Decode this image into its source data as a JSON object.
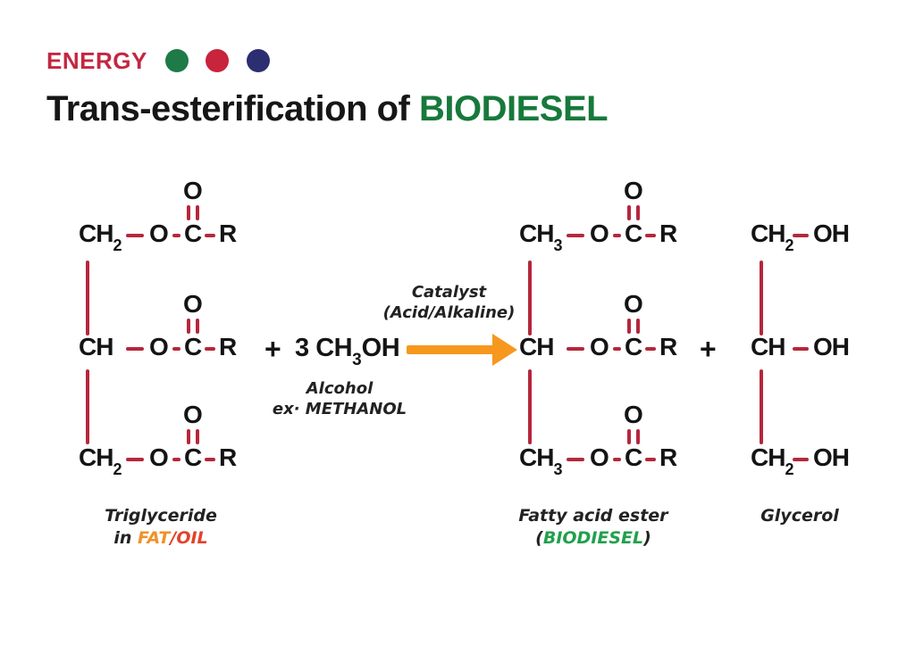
{
  "header": {
    "brand": "ENERGY"
  },
  "title": {
    "prefix": "Trans-esterification of ",
    "highlight": "BIODIESEL"
  },
  "reaction": {
    "plus1": "+",
    "plus2": "+",
    "methanol": {
      "coefficient": "3 ",
      "ch": "CH",
      "sub": "3",
      "oh": "OH"
    },
    "catalyst": {
      "line1": "Catalyst",
      "line2": "(Acid/Alkaline)"
    },
    "alcohol": {
      "line1": "Alcohol",
      "line2": "ex· METHANOL"
    }
  },
  "triglyceride": {
    "rows": [
      {
        "backbone": "CH",
        "backbone_sub": "2",
        "o": "O",
        "c": "C",
        "r": "R",
        "carbonyl_o": "O"
      },
      {
        "backbone": "CH",
        "backbone_sub": "",
        "o": "O",
        "c": "C",
        "r": "R",
        "carbonyl_o": "O"
      },
      {
        "backbone": "CH",
        "backbone_sub": "2",
        "o": "O",
        "c": "C",
        "r": "R",
        "carbonyl_o": "O"
      }
    ],
    "label": {
      "line1": "Triglyceride",
      "in": "in ",
      "fat": "FAT",
      "slash": "/",
      "oil": "OIL"
    }
  },
  "ester": {
    "rows": [
      {
        "backbone": "CH",
        "backbone_sub": "3",
        "o": "O",
        "c": "C",
        "r": "R",
        "carbonyl_o": "O"
      },
      {
        "backbone": "CH",
        "backbone_sub": "",
        "o": "O",
        "c": "C",
        "r": "R",
        "carbonyl_o": "O"
      },
      {
        "backbone": "CH",
        "backbone_sub": "3",
        "o": "O",
        "c": "C",
        "r": "R",
        "carbonyl_o": "O"
      }
    ],
    "label": {
      "line1": "Fatty acid ester",
      "open": "(",
      "biodiesel": "BIODIESEL",
      "close": ")"
    }
  },
  "glycerol": {
    "rows": [
      {
        "backbone": "CH",
        "backbone_sub": "2",
        "oh": "OH"
      },
      {
        "backbone": "CH",
        "backbone_sub": "",
        "oh": "OH"
      },
      {
        "backbone": "CH",
        "backbone_sub": "2",
        "oh": "OH"
      }
    ],
    "label": "Glycerol"
  },
  "colors": {
    "accent_red": "#C32742",
    "bond_red": "#B5273C",
    "arrow_orange": "#F6981E",
    "title_green": "#17793B",
    "biodiesel_green": "#21A04C",
    "fat_orange": "#F0922B",
    "oil_red": "#E2422B",
    "dot_green": "#1E7A46",
    "dot_red": "#C8243C",
    "dot_navy": "#2C2E72"
  }
}
